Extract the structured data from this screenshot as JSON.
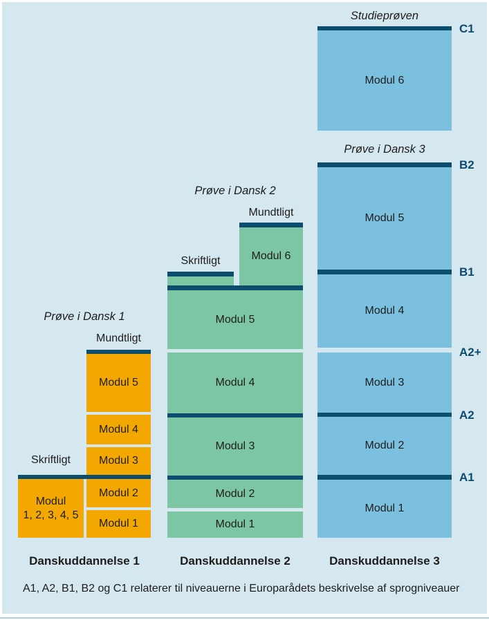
{
  "columns": [
    {
      "caption": "Danskuddannelse 1",
      "exam_label": "Prøve i Dansk 1",
      "oral_label": "Mundtligt",
      "written_label": "Skriftligt",
      "modules": {
        "m1": "Modul 1",
        "m2": "Modul 2",
        "m3": "Modul 3",
        "m4": "Modul 4",
        "m5": "Modul 5",
        "combined_line1": "Modul",
        "combined_line2": "1, 2, 3, 4, 5"
      }
    },
    {
      "caption": "Danskuddannelse 2",
      "exam_label": "Prøve i Dansk 2",
      "oral_label": "Mundtligt",
      "written_label": "Skriftligt",
      "modules": {
        "m1": "Modul 1",
        "m2": "Modul 2",
        "m3": "Modul 3",
        "m4": "Modul 4",
        "m5": "Modul 5",
        "m6": "Modul 6"
      }
    },
    {
      "caption": "Danskuddannelse 3",
      "top_exam_label": "Studieprøven",
      "exam_label": "Prøve i Dansk 3",
      "modules": {
        "m1": "Modul 1",
        "m2": "Modul 2",
        "m3": "Modul 3",
        "m4": "Modul 4",
        "m5": "Modul 5",
        "m6": "Modul 6"
      }
    }
  ],
  "levels": {
    "c1": "C1",
    "b2": "B2",
    "b1": "B1",
    "a2plus": "A2+",
    "a2": "A2",
    "a1": "A1"
  },
  "footnote": "A1, A2, B1, B2 og C1 relaterer til niveauerne i Europarådets beskrivelse af sprogniveauer",
  "colors": {
    "background": "#d5e7ef",
    "frame": "#ffffff",
    "danskuddannelse1_block": "#f2a800",
    "danskuddannelse2_block": "#7cc6a3",
    "danskuddannelse3_block": "#7cc0e0",
    "level_bar": "#0c4c6d",
    "level_label_text": "#0e4a6e",
    "body_text": "#1d1d1b",
    "bottom_rule": "#a9cfe4"
  }
}
